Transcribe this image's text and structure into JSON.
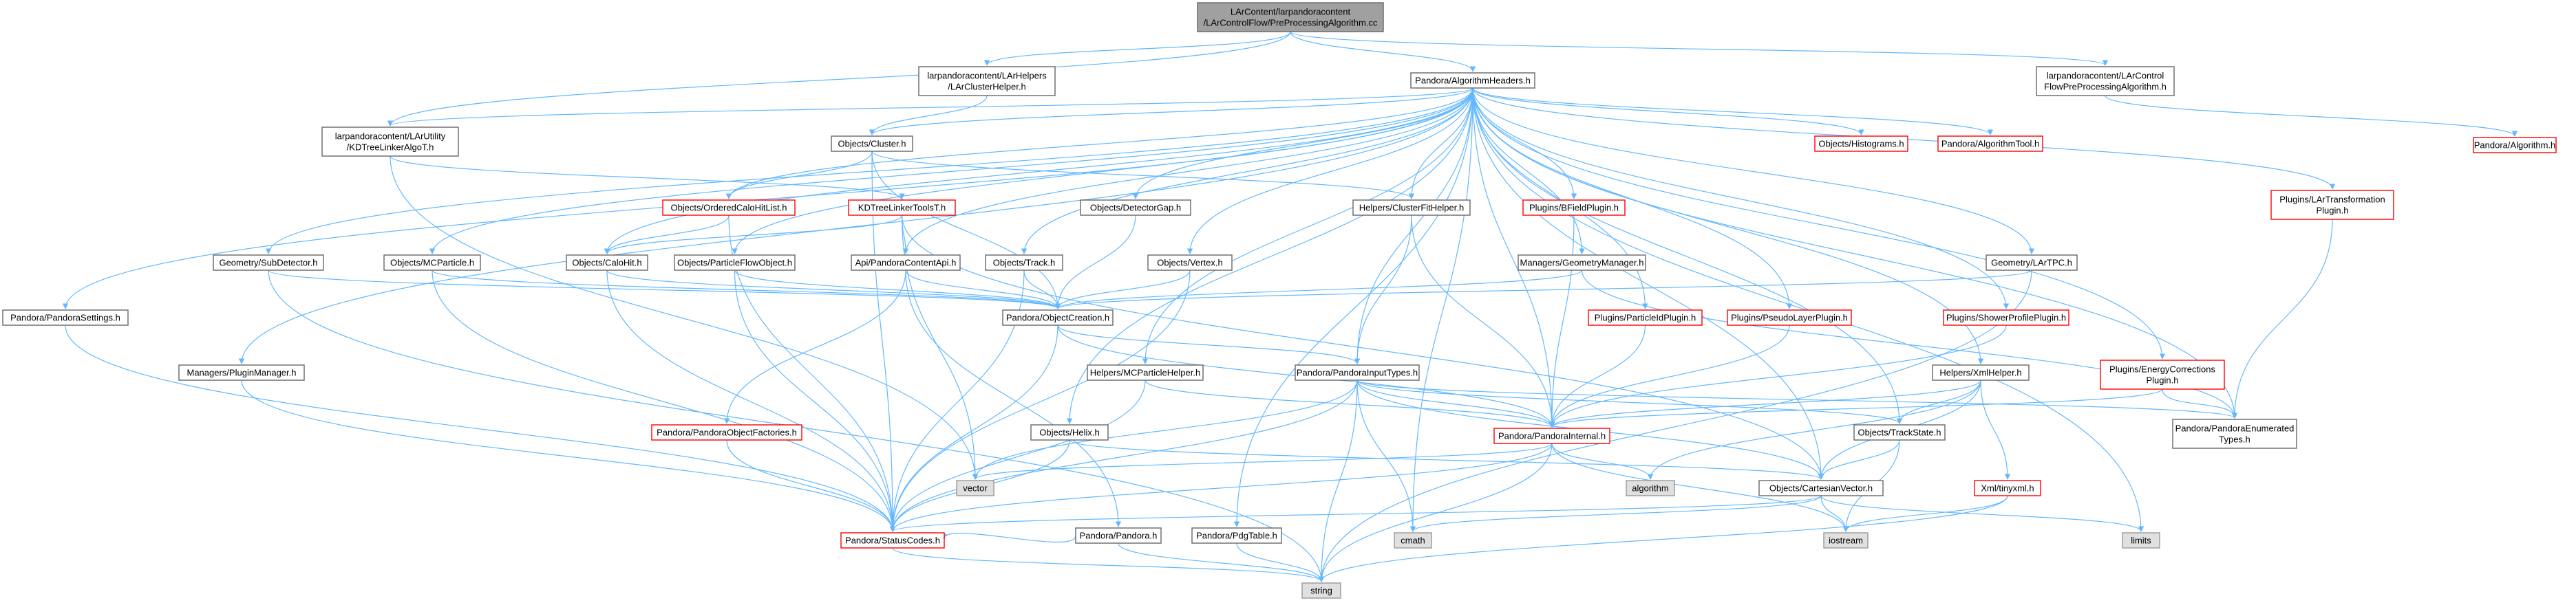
{
  "diagram": {
    "colors": {
      "edge": "#63b8ff",
      "root_fill": "#a0a0a0",
      "node_border": "#666666",
      "missing_border": "#ff0000",
      "external_fill": "#e0e0e0"
    },
    "nodes": [
      {
        "id": "root",
        "kind": "root",
        "lines": [
          "LArContent/larpandoracontent",
          "/LArControlFlow/PreProcessingAlgorithm.cc"
        ]
      },
      {
        "id": "clusterhelper",
        "kind": "normal",
        "lines": [
          "larpandoracontent/LArHelpers",
          "/LArClusterHelper.h"
        ]
      },
      {
        "id": "algheaders",
        "kind": "normal",
        "lines": [
          "Pandora/AlgorithmHeaders.h"
        ]
      },
      {
        "id": "preproc",
        "kind": "normal",
        "lines": [
          "larpandoracontent/LArControl",
          "FlowPreProcessingAlgorithm.h"
        ]
      },
      {
        "id": "algorithm",
        "kind": "red",
        "lines": [
          "Pandora/Algorithm.h"
        ]
      },
      {
        "id": "kdtree",
        "kind": "normal",
        "lines": [
          "larpandoracontent/LArUtility",
          "/KDTreeLinkerAlgoT.h"
        ]
      },
      {
        "id": "cluster",
        "kind": "normal",
        "lines": [
          "Objects/Cluster.h"
        ]
      },
      {
        "id": "histograms",
        "kind": "red",
        "lines": [
          "Objects/Histograms.h"
        ]
      },
      {
        "id": "algtool",
        "kind": "red",
        "lines": [
          "Pandora/AlgorithmTool.h"
        ]
      },
      {
        "id": "lartransform",
        "kind": "red",
        "lines": [
          "Plugins/LArTransformation",
          "Plugin.h"
        ]
      },
      {
        "id": "orderedcalo",
        "kind": "red",
        "lines": [
          "Objects/OrderedCaloHitList.h"
        ]
      },
      {
        "id": "kdtools",
        "kind": "red",
        "lines": [
          "KDTreeLinkerToolsT.h"
        ]
      },
      {
        "id": "detectorgap",
        "kind": "normal",
        "lines": [
          "Objects/DetectorGap.h"
        ]
      },
      {
        "id": "clusterfit",
        "kind": "normal",
        "lines": [
          "Helpers/ClusterFitHelper.h"
        ]
      },
      {
        "id": "bfield",
        "kind": "red",
        "lines": [
          "Plugins/BFieldPlugin.h"
        ]
      },
      {
        "id": "subdetector",
        "kind": "normal",
        "lines": [
          "Geometry/SubDetector.h"
        ]
      },
      {
        "id": "mcparticle",
        "kind": "normal",
        "lines": [
          "Objects/MCParticle.h"
        ]
      },
      {
        "id": "calohit",
        "kind": "normal",
        "lines": [
          "Objects/CaloHit.h"
        ]
      },
      {
        "id": "pfo",
        "kind": "normal",
        "lines": [
          "Objects/ParticleFlowObject.h"
        ]
      },
      {
        "id": "contentapi",
        "kind": "normal",
        "lines": [
          "Api/PandoraContentApi.h"
        ]
      },
      {
        "id": "track",
        "kind": "normal",
        "lines": [
          "Objects/Track.h"
        ]
      },
      {
        "id": "vertex",
        "kind": "normal",
        "lines": [
          "Objects/Vertex.h"
        ]
      },
      {
        "id": "geommgr",
        "kind": "normal",
        "lines": [
          "Managers/GeometryManager.h"
        ]
      },
      {
        "id": "lartpc",
        "kind": "normal",
        "lines": [
          "Geometry/LArTPC.h"
        ]
      },
      {
        "id": "settings",
        "kind": "normal",
        "lines": [
          "Pandora/PandoraSettings.h"
        ]
      },
      {
        "id": "objcreation",
        "kind": "normal",
        "lines": [
          "Pandora/ObjectCreation.h"
        ]
      },
      {
        "id": "particleid",
        "kind": "red",
        "lines": [
          "Plugins/ParticleIdPlugin.h"
        ]
      },
      {
        "id": "pseudolayer",
        "kind": "red",
        "lines": [
          "Plugins/PseudoLayerPlugin.h"
        ]
      },
      {
        "id": "showerprofile",
        "kind": "red",
        "lines": [
          "Plugins/ShowerProfilePlugin.h"
        ]
      },
      {
        "id": "pluginmgr",
        "kind": "normal",
        "lines": [
          "Managers/PluginManager.h"
        ]
      },
      {
        "id": "mchelper",
        "kind": "normal",
        "lines": [
          "Helpers/MCParticleHelper.h"
        ]
      },
      {
        "id": "inputtypes",
        "kind": "normal",
        "lines": [
          "Pandora/PandoraInputTypes.h"
        ]
      },
      {
        "id": "xmlhelper",
        "kind": "normal",
        "lines": [
          "Helpers/XmlHelper.h"
        ]
      },
      {
        "id": "energycorr",
        "kind": "red",
        "lines": [
          "Plugins/EnergyCorrections",
          "Plugin.h"
        ]
      },
      {
        "id": "factories",
        "kind": "red",
        "lines": [
          "Pandora/PandoraObjectFactories.h"
        ]
      },
      {
        "id": "helix",
        "kind": "normal",
        "lines": [
          "Objects/Helix.h"
        ]
      },
      {
        "id": "internal",
        "kind": "red",
        "lines": [
          "Pandora/PandoraInternal.h"
        ]
      },
      {
        "id": "trackstate",
        "kind": "normal",
        "lines": [
          "Objects/TrackState.h"
        ]
      },
      {
        "id": "enumerated",
        "kind": "normal",
        "lines": [
          "Pandora/PandoraEnumerated",
          "Types.h"
        ]
      },
      {
        "id": "vector",
        "kind": "gray",
        "lines": [
          "vector"
        ]
      },
      {
        "id": "algorithmstd",
        "kind": "gray",
        "lines": [
          "algorithm"
        ]
      },
      {
        "id": "cartesian",
        "kind": "normal",
        "lines": [
          "Objects/CartesianVector.h"
        ]
      },
      {
        "id": "pandora",
        "kind": "normal",
        "lines": [
          "Pandora/Pandora.h"
        ]
      },
      {
        "id": "pdgtable",
        "kind": "normal",
        "lines": [
          "Pandora/PdgTable.h"
        ]
      },
      {
        "id": "tinyxml",
        "kind": "red",
        "lines": [
          "Xml/tinyxml.h"
        ]
      },
      {
        "id": "statuscodes",
        "kind": "red",
        "lines": [
          "Pandora/StatusCodes.h"
        ]
      },
      {
        "id": "cmath",
        "kind": "gray",
        "lines": [
          "cmath"
        ]
      },
      {
        "id": "iostream",
        "kind": "gray",
        "lines": [
          "iostream"
        ]
      },
      {
        "id": "limits",
        "kind": "gray",
        "lines": [
          "limits"
        ]
      },
      {
        "id": "string",
        "kind": "gray",
        "lines": [
          "string"
        ]
      }
    ],
    "edges": [
      [
        "root",
        "clusterhelper"
      ],
      [
        "root",
        "algheaders"
      ],
      [
        "root",
        "preproc"
      ],
      [
        "root",
        "kdtree"
      ],
      [
        "clusterhelper",
        "cluster"
      ],
      [
        "preproc",
        "algorithm"
      ],
      [
        "kdtree",
        "kdtools"
      ],
      [
        "kdtree",
        "vector"
      ],
      [
        "algheaders",
        "kdtree"
      ],
      [
        "algheaders",
        "cluster"
      ],
      [
        "algheaders",
        "histograms"
      ],
      [
        "algheaders",
        "algtool"
      ],
      [
        "algheaders",
        "lartransform"
      ],
      [
        "algheaders",
        "orderedcalo"
      ],
      [
        "algheaders",
        "detectorgap"
      ],
      [
        "algheaders",
        "clusterfit"
      ],
      [
        "algheaders",
        "bfield"
      ],
      [
        "algheaders",
        "subdetector"
      ],
      [
        "algheaders",
        "mcparticle"
      ],
      [
        "algheaders",
        "calohit"
      ],
      [
        "algheaders",
        "pfo"
      ],
      [
        "algheaders",
        "contentapi"
      ],
      [
        "algheaders",
        "track"
      ],
      [
        "algheaders",
        "vertex"
      ],
      [
        "algheaders",
        "geommgr"
      ],
      [
        "algheaders",
        "lartpc"
      ],
      [
        "algheaders",
        "settings"
      ],
      [
        "algheaders",
        "particleid"
      ],
      [
        "algheaders",
        "pseudolayer"
      ],
      [
        "algheaders",
        "showerprofile"
      ],
      [
        "algheaders",
        "pluginmgr"
      ],
      [
        "algheaders",
        "mchelper"
      ],
      [
        "algheaders",
        "inputtypes"
      ],
      [
        "algheaders",
        "xmlhelper"
      ],
      [
        "algheaders",
        "energycorr"
      ],
      [
        "algheaders",
        "helix"
      ],
      [
        "algheaders",
        "internal"
      ],
      [
        "algheaders",
        "trackstate"
      ],
      [
        "algheaders",
        "enumerated"
      ],
      [
        "algheaders",
        "cartesian"
      ],
      [
        "algheaders",
        "pdgtable"
      ],
      [
        "algheaders",
        "cmath"
      ],
      [
        "algheaders",
        "limits"
      ],
      [
        "cluster",
        "orderedcalo"
      ],
      [
        "cluster",
        "clusterfit"
      ],
      [
        "cluster",
        "objcreation"
      ],
      [
        "cluster",
        "statuscodes"
      ],
      [
        "orderedcalo",
        "calohit"
      ],
      [
        "orderedcalo",
        "statuscodes"
      ],
      [
        "kdtools",
        "calohit"
      ],
      [
        "kdtools",
        "contentapi"
      ],
      [
        "kdtools",
        "cartesian"
      ],
      [
        "kdtools",
        "vector"
      ],
      [
        "detectorgap",
        "objcreation"
      ],
      [
        "clusterfit",
        "inputtypes"
      ],
      [
        "clusterfit",
        "internal"
      ],
      [
        "bfield",
        "internal"
      ],
      [
        "subdetector",
        "objcreation"
      ],
      [
        "subdetector",
        "string"
      ],
      [
        "mcparticle",
        "objcreation"
      ],
      [
        "mcparticle",
        "statuscodes"
      ],
      [
        "calohit",
        "objcreation"
      ],
      [
        "calohit",
        "statuscodes"
      ],
      [
        "pfo",
        "objcreation"
      ],
      [
        "pfo",
        "statuscodes"
      ],
      [
        "contentapi",
        "objcreation"
      ],
      [
        "contentapi",
        "factories"
      ],
      [
        "contentapi",
        "pandora"
      ],
      [
        "track",
        "objcreation"
      ],
      [
        "track",
        "statuscodes"
      ],
      [
        "vertex",
        "objcreation"
      ],
      [
        "vertex",
        "statuscodes"
      ],
      [
        "geommgr",
        "objcreation"
      ],
      [
        "geommgr",
        "enumerated"
      ],
      [
        "lartpc",
        "objcreation"
      ],
      [
        "lartpc",
        "string"
      ],
      [
        "settings",
        "statuscodes"
      ],
      [
        "objcreation",
        "inputtypes"
      ],
      [
        "objcreation",
        "internal"
      ],
      [
        "objcreation",
        "statuscodes"
      ],
      [
        "particleid",
        "internal"
      ],
      [
        "pseudolayer",
        "internal"
      ],
      [
        "showerprofile",
        "internal"
      ],
      [
        "lartransform",
        "enumerated"
      ],
      [
        "pluginmgr",
        "statuscodes"
      ],
      [
        "mchelper",
        "internal"
      ],
      [
        "mchelper",
        "statuscodes"
      ],
      [
        "inputtypes",
        "internal"
      ],
      [
        "inputtypes",
        "trackstate"
      ],
      [
        "inputtypes",
        "enumerated"
      ],
      [
        "inputtypes",
        "cartesian"
      ],
      [
        "inputtypes",
        "statuscodes"
      ],
      [
        "inputtypes",
        "vector"
      ],
      [
        "inputtypes",
        "cmath"
      ],
      [
        "inputtypes",
        "string"
      ],
      [
        "xmlhelper",
        "internal"
      ],
      [
        "xmlhelper",
        "trackstate"
      ],
      [
        "xmlhelper",
        "cartesian"
      ],
      [
        "xmlhelper",
        "tinyxml"
      ],
      [
        "xmlhelper",
        "algorithmstd"
      ],
      [
        "energycorr",
        "internal"
      ],
      [
        "energycorr",
        "enumerated"
      ],
      [
        "factories",
        "statuscodes"
      ],
      [
        "helix",
        "cartesian"
      ],
      [
        "helix",
        "statuscodes"
      ],
      [
        "internal",
        "vector"
      ],
      [
        "internal",
        "algorithmstd"
      ],
      [
        "internal",
        "statuscodes"
      ],
      [
        "internal",
        "iostream"
      ],
      [
        "internal",
        "string"
      ],
      [
        "trackstate",
        "cartesian"
      ],
      [
        "trackstate",
        "iostream"
      ],
      [
        "cartesian",
        "statuscodes"
      ],
      [
        "cartesian",
        "cmath"
      ],
      [
        "cartesian",
        "iostream"
      ],
      [
        "cartesian",
        "limits"
      ],
      [
        "pandora",
        "statuscodes"
      ],
      [
        "pandora",
        "string"
      ],
      [
        "pdgtable",
        "string"
      ],
      [
        "tinyxml",
        "iostream"
      ],
      [
        "tinyxml",
        "string"
      ],
      [
        "statuscodes",
        "string"
      ]
    ]
  }
}
